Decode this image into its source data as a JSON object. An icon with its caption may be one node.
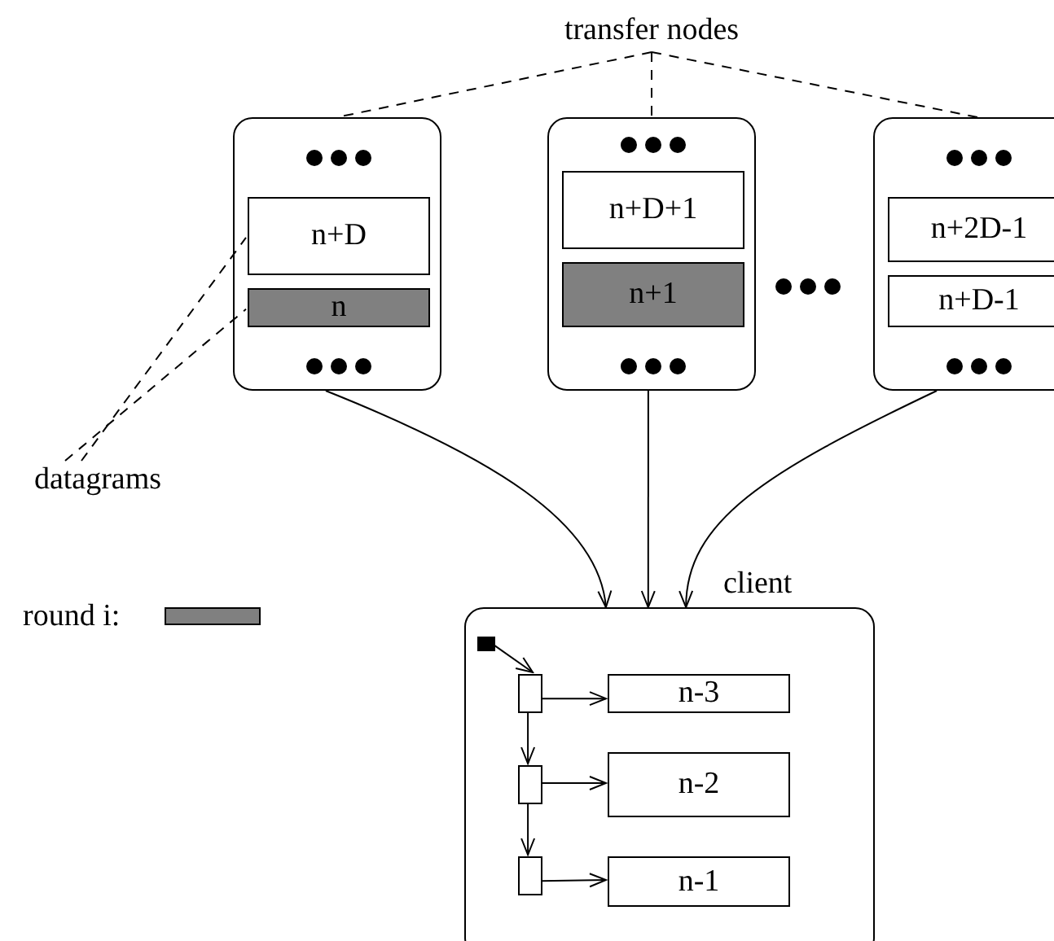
{
  "diagram": {
    "nodes": [
      {
        "text": [
          "transfer nodes"
        ]
      },
      {
        "text": [],
        "shape": "box"
      },
      {
        "text": [
          "n+D"
        ],
        "in": 1
      },
      {
        "text": [
          "n"
        ],
        "in": 1
      },
      {
        "text": [],
        "shape": "box"
      },
      {
        "text": [
          "n+D+1"
        ],
        "in": 4
      },
      {
        "text": [
          "n+1"
        ],
        "in": 4
      },
      {
        "text": [],
        "shape": "box"
      },
      {
        "text": [
          "n+2D-1"
        ],
        "in": 7
      },
      {
        "text": [
          "n+D-1"
        ],
        "in": 7
      },
      {
        "text": [
          "datagrams"
        ]
      },
      {
        "text": [
          "client"
        ]
      },
      {
        "text": [],
        "shape": "box",
        "in": 11
      },
      {
        "text": [],
        "shape": "box",
        "in": 11
      },
      {
        "text": [],
        "shape": "box",
        "in": 11
      },
      {
        "text": [],
        "shape": "box",
        "in": 11
      },
      {
        "text": [
          "n-3"
        ],
        "in": 11
      },
      {
        "text": [
          "n-2"
        ],
        "in": 11
      },
      {
        "text": [
          "n-1"
        ],
        "in": 11
      }
    ],
    "edges": [
      {
        "from": 0,
        "to": 1,
        "arrow": "none",
        "style": "dashed"
      },
      {
        "from": 0,
        "to": 4,
        "arrow": "none",
        "style": "dashed"
      },
      {
        "from": 0,
        "to": 7,
        "arrow": "none",
        "style": "dashed"
      },
      {
        "from": 10,
        "to": 2,
        "arrow": "none",
        "style": "dashed"
      },
      {
        "from": 10,
        "to": 3,
        "arrow": "none",
        "style": "dashed"
      },
      {
        "from": 1,
        "to": 11,
        "arrow": "to"
      },
      {
        "from": 4,
        "to": 11,
        "arrow": "to"
      },
      {
        "from": 7,
        "to": 11,
        "arrow": "to"
      },
      {
        "from": 12,
        "to": 13,
        "arrow": "to"
      },
      {
        "from": 13,
        "to": 16,
        "arrow": "to"
      },
      {
        "from": 13,
        "to": 14,
        "arrow": "to"
      },
      {
        "from": 14,
        "to": 17,
        "arrow": "to"
      },
      {
        "from": 14,
        "to": 15,
        "arrow": "to"
      },
      {
        "from": 15,
        "to": 18,
        "arrow": "to"
      }
    ],
    "legend": [
      {
        "text": "round i:",
        "color": "#808080"
      }
    ]
  }
}
